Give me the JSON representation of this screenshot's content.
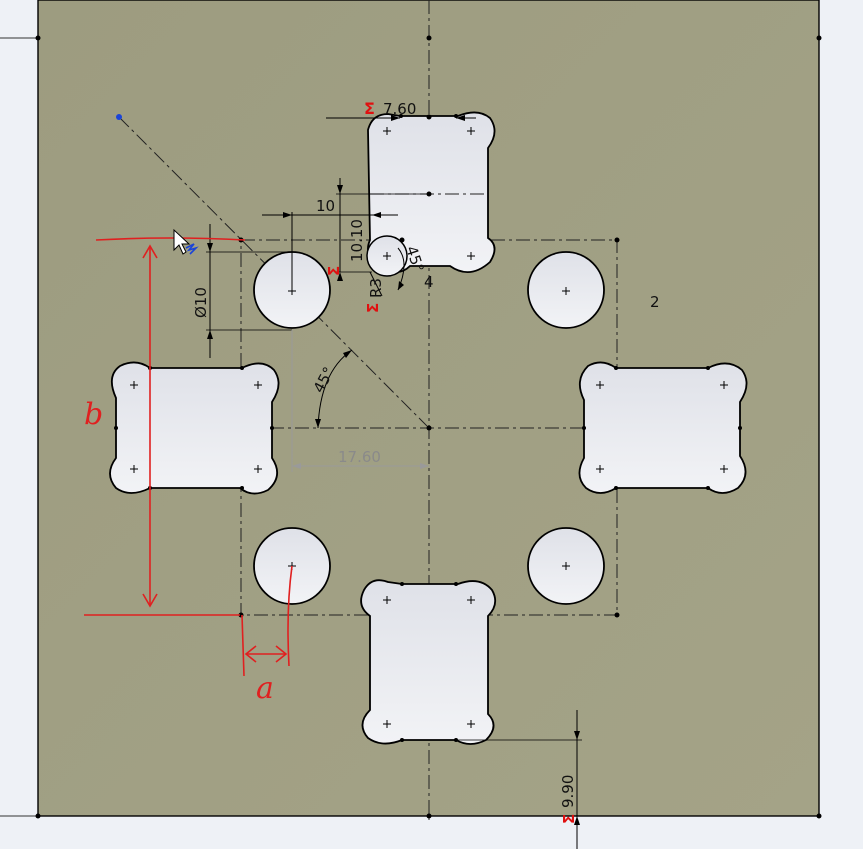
{
  "colors": {
    "sheet": "#9f9e82",
    "background": "#eef1f6",
    "hole_fill": "#e4e6ec",
    "outline": "#000000",
    "sketch_red": "#e02020",
    "relation_red": "#e01010",
    "grey_dim": "#9a9a9a",
    "blue_point": "#1a44d8"
  },
  "dimensions": {
    "width_top": "7.60",
    "slot_offset": "10",
    "slot_gap": "10.10",
    "diameter": "Ø10",
    "fillet_radius": "R3",
    "angle_small": "45°",
    "angle_main": "45°",
    "horizontal_offset": "17.60",
    "bottom_offset": "9.90",
    "label_2": "2",
    "label_4": "4"
  },
  "relations": {
    "sigma": "Σ"
  },
  "annotations": {
    "handwritten_a": "a",
    "handwritten_b": "b"
  },
  "icons": {
    "cursor": "arrow-cursor-icon",
    "relation": "relation-icon"
  }
}
